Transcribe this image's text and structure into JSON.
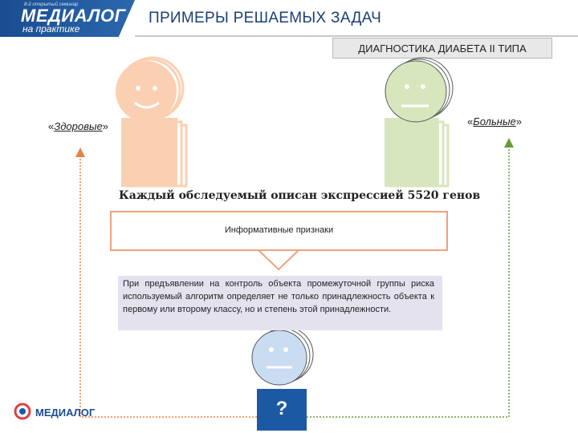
{
  "header": {
    "logo_small": "8-й открытый семинар",
    "logo_main": "МЕДИАЛОГ",
    "logo_sub": "на практике",
    "title": "ПРИМЕРЫ РЕШАЕМЫХ ЗАДАЧ"
  },
  "subtitle": "ДИАГНОСТИКА ДИАБЕТА II ТИПА",
  "groups": {
    "healthy_label": "Здоровые",
    "sick_label": "Больные"
  },
  "expression_text": "Каждый обследуемый описан экспрессией 5520 генов",
  "info_box_text": "Информативные признаки",
  "description": "При предъявлении на контроль объекта промежуточной группы риска используемый алгоритм определяет не только принадлежность объекта к первому или второму классу, но и степень этой принадлежности.",
  "unknown_mark": "?",
  "footer_logo": "МЕДИАЛОГ",
  "colors": {
    "healthy": "#fbd0b2",
    "healthy_stroke": "#e9a07b",
    "sick": "#d8e6bd",
    "sick_stroke": "#a9c07c",
    "unknown": "#c9dcf2",
    "unknown_stroke": "#3f73b5",
    "arrow_orange": "#e6824a",
    "arrow_green": "#6a9a3a"
  }
}
